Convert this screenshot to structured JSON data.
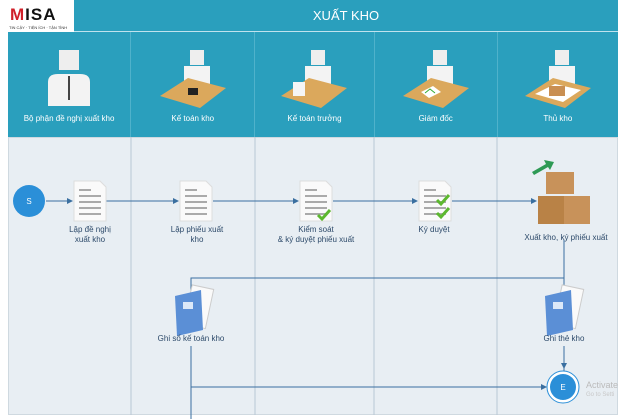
{
  "logo": {
    "brand": "MISA",
    "tagline": "TIN CẬY · TIỆN ÍCH · TẬN TÌNH"
  },
  "title": "XUẤT KHO",
  "lanes": [
    {
      "label": "Bộ phận đề nghị xuất kho",
      "icon": "person-icon"
    },
    {
      "label": "Kế toán kho",
      "icon": "accountant-desk-icon"
    },
    {
      "label": "Kế toán trưởng",
      "icon": "chief-accountant-desk-icon"
    },
    {
      "label": "Giám đốc",
      "icon": "director-desk-icon"
    },
    {
      "label": "Thủ kho",
      "icon": "storekeeper-desk-icon"
    }
  ],
  "nodes": {
    "start": "S",
    "end": "E",
    "step1": [
      "Lập đề nghị",
      "xuất kho"
    ],
    "step2": [
      "Lập phiếu xuất",
      "kho"
    ],
    "step3": [
      "Kiểm soát",
      "& ký duyệt phiếu xuất"
    ],
    "step4": "Ký duyệt",
    "step5": "Xuất kho, ký phiếu xuất",
    "step6": "Ghi sổ kế toán kho",
    "step7": "Ghi thẻ kho"
  },
  "watermark": {
    "line1": "Activate",
    "line2": "Go to Setti"
  },
  "colors": {
    "header": "#2a9fbd",
    "body": "#e8eef3",
    "flow": "#3a6fa0",
    "circle": "#2b8fd8"
  }
}
